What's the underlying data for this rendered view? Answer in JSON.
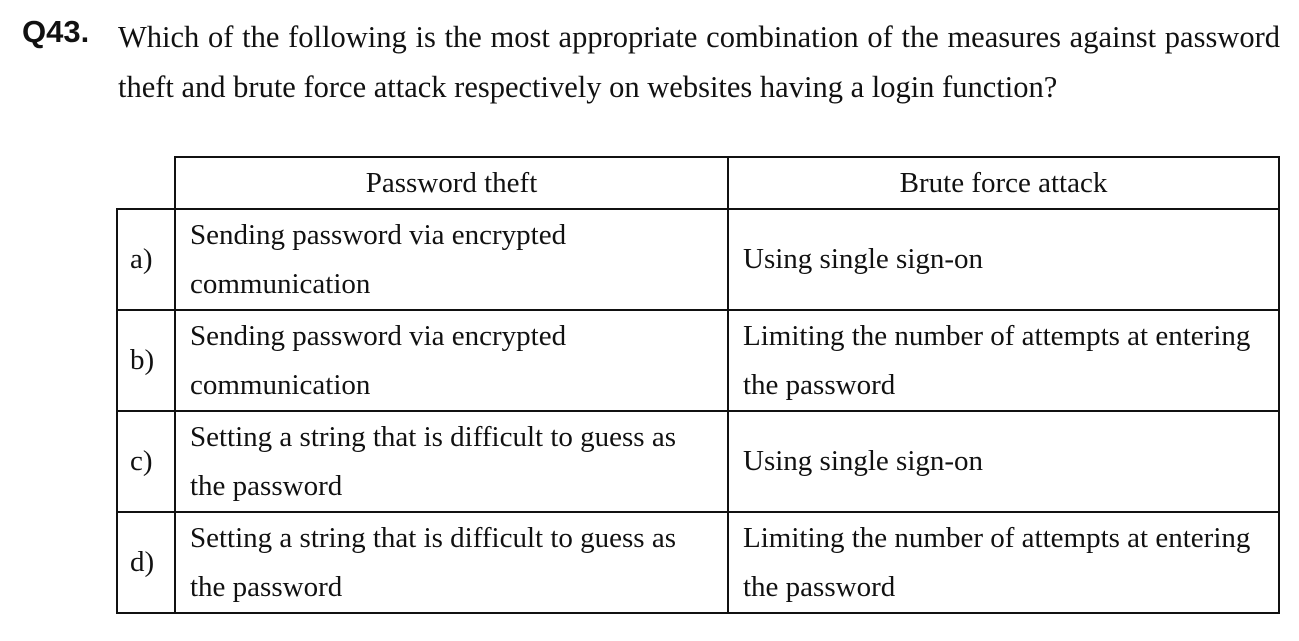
{
  "question": {
    "number": "Q43.",
    "text": "Which of the following is the most appropriate combination of the measures against password theft and brute force attack respectively on websites having a login function?"
  },
  "table": {
    "headers": [
      "Password theft",
      "Brute force attack"
    ],
    "rows": [
      {
        "label": "a)",
        "password_theft": "Sending password via encrypted communication",
        "brute_force": "Using single sign-on"
      },
      {
        "label": "b)",
        "password_theft": "Sending password via encrypted communication",
        "brute_force": "Limiting the number of attempts at entering the password"
      },
      {
        "label": "c)",
        "password_theft": "Setting a string that is difficult to guess as the password",
        "brute_force": "Using single sign-on"
      },
      {
        "label": "d)",
        "password_theft": "Setting a string that is difficult to guess as the password",
        "brute_force": "Limiting the number of attempts at entering the password"
      }
    ]
  }
}
